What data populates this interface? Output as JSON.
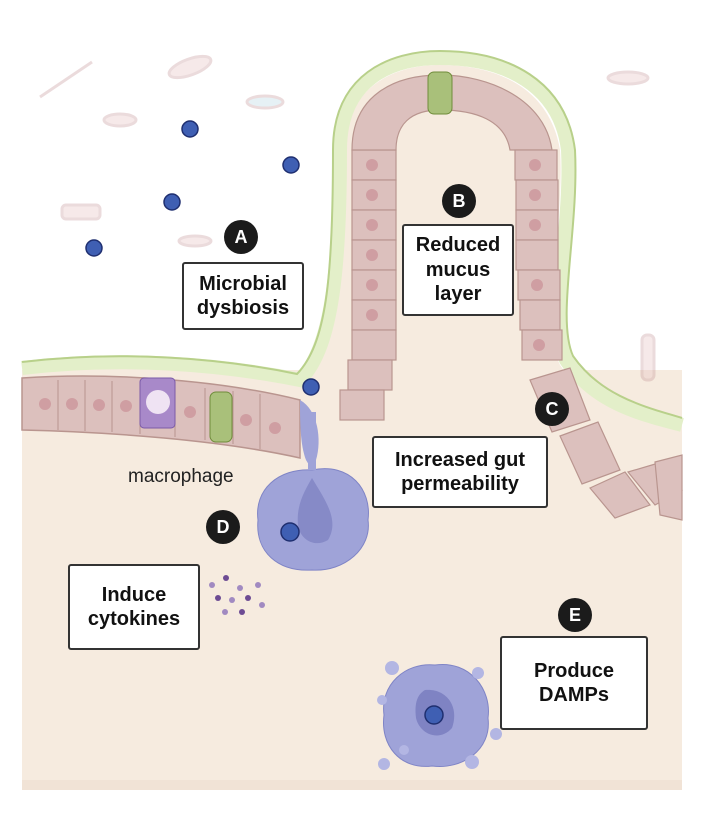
{
  "labels": {
    "a": {
      "badge": "A",
      "text": "Microbial\ndysbiosis"
    },
    "b": {
      "badge": "B",
      "text": "Reduced\nmucus\nlayer"
    },
    "c": {
      "badge": "C"
    },
    "gut": {
      "text": "Increased gut\npermeability"
    },
    "d": {
      "badge": "D",
      "text": "Induce\ncytokines"
    },
    "e": {
      "badge": "E",
      "text": "Produce\nDAMPs"
    },
    "macrophage": "macrophage"
  },
  "colors": {
    "lumen": "#ffffff",
    "tissue": "#f6ebdf",
    "mucus": "#e3efc9",
    "epithelium": "#dcc0bd",
    "nucleus": "#cf9ea2",
    "macrophage": "#9fa3d8",
    "bacterium": "#3f5fb3"
  }
}
